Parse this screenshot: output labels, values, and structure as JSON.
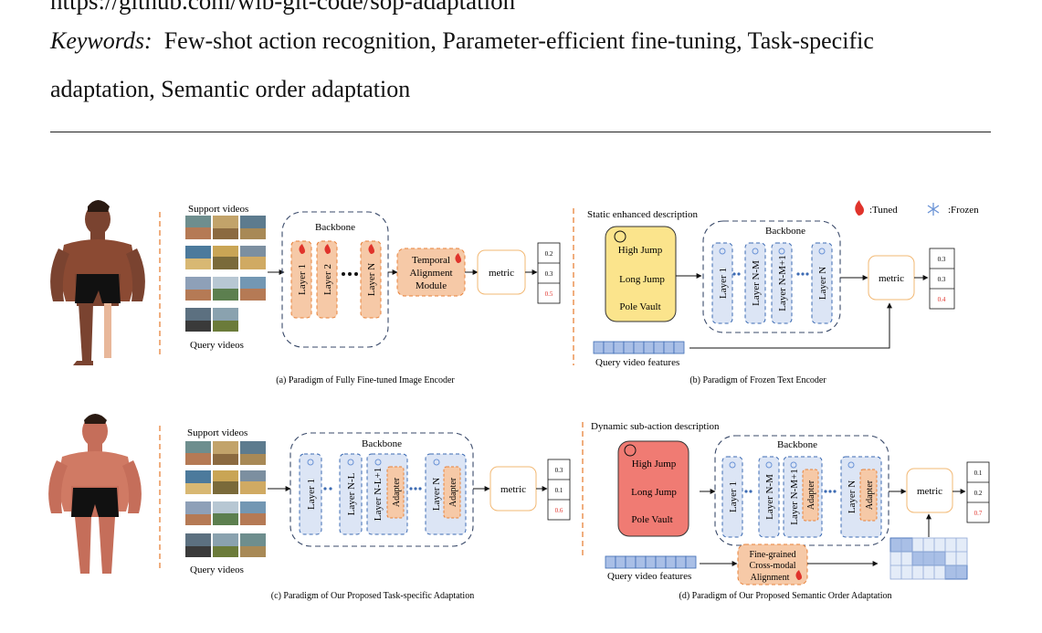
{
  "header": {
    "line1": "https://github.com/wlb-git-code/sop-adaptation",
    "keywords_label": "Keywords:",
    "keywords_text_1": "Few-shot action recognition, Parameter-efficient fine-tuning, Task-specific",
    "keywords_text_2": "adaptation, Semantic order adaptation"
  },
  "legend": {
    "tuned": ":Tuned",
    "frozen": ":Frozen"
  },
  "panel_a": {
    "support_label": "Support videos",
    "query_label": "Query videos",
    "backbone_label": "Backbone",
    "layers": [
      "Layer 1",
      "Layer 2",
      "Layer N"
    ],
    "module_lines": [
      "Temporal",
      "Alignment",
      "Module"
    ],
    "metric": "metric",
    "scores": [
      "0.2",
      "0.3",
      "0.5"
    ],
    "caption": "(a) Paradigm of Fully Fine-tuned Image Encoder"
  },
  "panel_b": {
    "desc_label": "Static enhanced description",
    "classes": [
      "High Jump",
      "Long Jump",
      "Pole Vault"
    ],
    "backbone_label": "Backbone",
    "layers": [
      "Layer 1",
      "Layer N-M",
      "Layer N-M+1",
      "Layer N"
    ],
    "metric": "metric",
    "scores": [
      "0.3",
      "0.3",
      "0.4"
    ],
    "feat_label": "Query video features",
    "caption": "(b) Paradigm of Frozen Text Encoder"
  },
  "panel_c": {
    "support_label": "Support videos",
    "query_label": "Query videos",
    "backbone_label": "Backbone",
    "layers": [
      "Layer 1",
      "Layer N-L",
      "Layer N-L+1",
      "Layer N"
    ],
    "adapter": "Adapter",
    "metric": "metric",
    "scores": [
      "0.3",
      "0.1",
      "0.6"
    ],
    "caption": "(c) Paradigm of Our Proposed Task-specific Adaptation"
  },
  "panel_d": {
    "desc_label": "Dynamic sub-action description",
    "classes": [
      "High Jump",
      "Long Jump",
      "Pole Vault"
    ],
    "backbone_label": "Backbone",
    "layers": [
      "Layer 1",
      "Layer N-M",
      "Layer N-M+1",
      "Layer N"
    ],
    "adapter": "Adapter",
    "metric": "metric",
    "scores": [
      "0.1",
      "0.2",
      "0.7"
    ],
    "feat_label": "Query video features",
    "fca_lines": [
      "Fine-grained",
      "Cross-modal",
      "Alignment"
    ],
    "caption": "(d) Paradigm of Our Proposed Semantic Order Adaptation"
  },
  "colors": {
    "orange": "#E8823A",
    "orange_fill": "#F6C9A7",
    "blue": "#3D6BB3",
    "blue_fill": "#DCE5F5",
    "yellow": "#FBE48C",
    "red_fill": "#F07B73",
    "red_text": "#E0332B"
  }
}
